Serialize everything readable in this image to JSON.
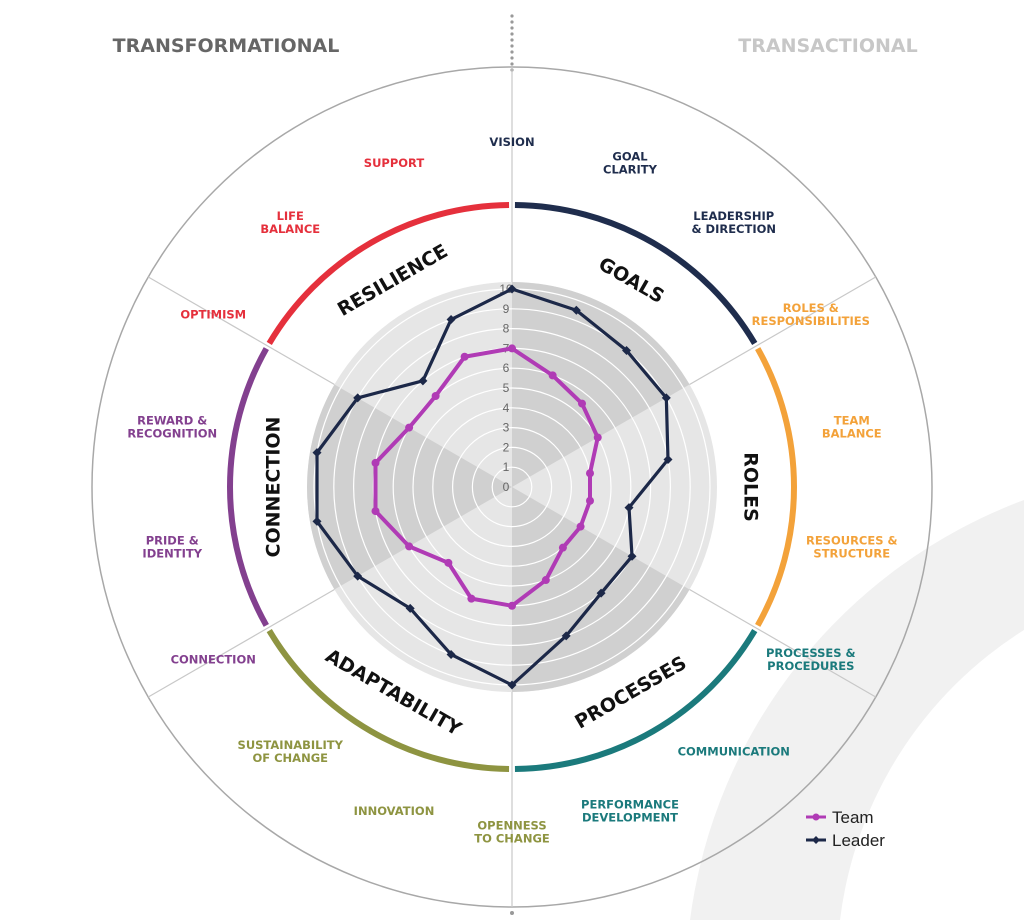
{
  "header": {
    "left": "TRANSFORMATIONAL",
    "right": "TRANSACTIONAL"
  },
  "colors": {
    "goals": "#1f2d4d",
    "roles": "#f3a23a",
    "processes": "#1b7a7c",
    "adaptability": "#8e9441",
    "connection": "#83408f",
    "resilience": "#e5303c",
    "team": "#b03bb5",
    "leader": "#1c2848"
  },
  "segments": [
    {
      "id": "goals",
      "label": "GOALS"
    },
    {
      "id": "roles",
      "label": "ROLES"
    },
    {
      "id": "processes",
      "label": "PROCESSES"
    },
    {
      "id": "adaptability",
      "label": "ADAPTABILITY"
    },
    {
      "id": "connection",
      "label": "CONNECTION"
    },
    {
      "id": "resilience",
      "label": "RESILIENCE"
    }
  ],
  "categories": [
    {
      "lines": [
        "VISION"
      ],
      "group": "goals"
    },
    {
      "lines": [
        "GOAL",
        "CLARITY"
      ],
      "group": "goals"
    },
    {
      "lines": [
        "LEADERSHIP",
        "& DIRECTION"
      ],
      "group": "goals"
    },
    {
      "lines": [
        "ROLES &",
        "RESPONSIBILITIES"
      ],
      "group": "roles"
    },
    {
      "lines": [
        "TEAM",
        "BALANCE"
      ],
      "group": "roles"
    },
    {
      "lines": [
        "RESOURCES &",
        "STRUCTURE"
      ],
      "group": "roles"
    },
    {
      "lines": [
        "PROCESSES &",
        "PROCEDURES"
      ],
      "group": "processes"
    },
    {
      "lines": [
        "COMMUNICATION"
      ],
      "group": "processes"
    },
    {
      "lines": [
        "PERFORMANCE",
        "DEVELOPMENT"
      ],
      "group": "processes"
    },
    {
      "lines": [
        "OPENNESS",
        "TO CHANGE"
      ],
      "group": "adaptability"
    },
    {
      "lines": [
        "INNOVATION"
      ],
      "group": "adaptability"
    },
    {
      "lines": [
        "SUSTAINABILITY",
        "OF CHANGE"
      ],
      "group": "adaptability"
    },
    {
      "lines": [
        "CONNECTION"
      ],
      "group": "connection"
    },
    {
      "lines": [
        "PRIDE &",
        "IDENTITY"
      ],
      "group": "connection"
    },
    {
      "lines": [
        "REWARD &",
        "RECOGNITION"
      ],
      "group": "connection"
    },
    {
      "lines": [
        "OPTIMISM"
      ],
      "group": "resilience"
    },
    {
      "lines": [
        "LIFE",
        "BALANCE"
      ],
      "group": "resilience"
    },
    {
      "lines": [
        "SUPPORT"
      ],
      "group": "resilience"
    }
  ],
  "chart_data": {
    "type": "radar",
    "rlim": [
      0,
      10
    ],
    "ticks": [
      "0",
      "1",
      "2",
      "3",
      "4",
      "5",
      "6",
      "7",
      "8",
      "9",
      "10"
    ],
    "grid": true,
    "legend_position": "bottom-right",
    "series": [
      {
        "name": "Team",
        "color": "#b03bb5",
        "values": [
          7,
          6,
          5.5,
          5,
          4,
          4,
          4,
          4,
          5,
          6,
          6,
          5,
          6,
          7,
          7,
          6,
          6,
          7
        ]
      },
      {
        "name": "Leader",
        "color": "#1c2848",
        "values": [
          10,
          9.5,
          9,
          9,
          8,
          6,
          7,
          7,
          8,
          10,
          9,
          8,
          9,
          10,
          10,
          9,
          7,
          9
        ]
      }
    ]
  }
}
